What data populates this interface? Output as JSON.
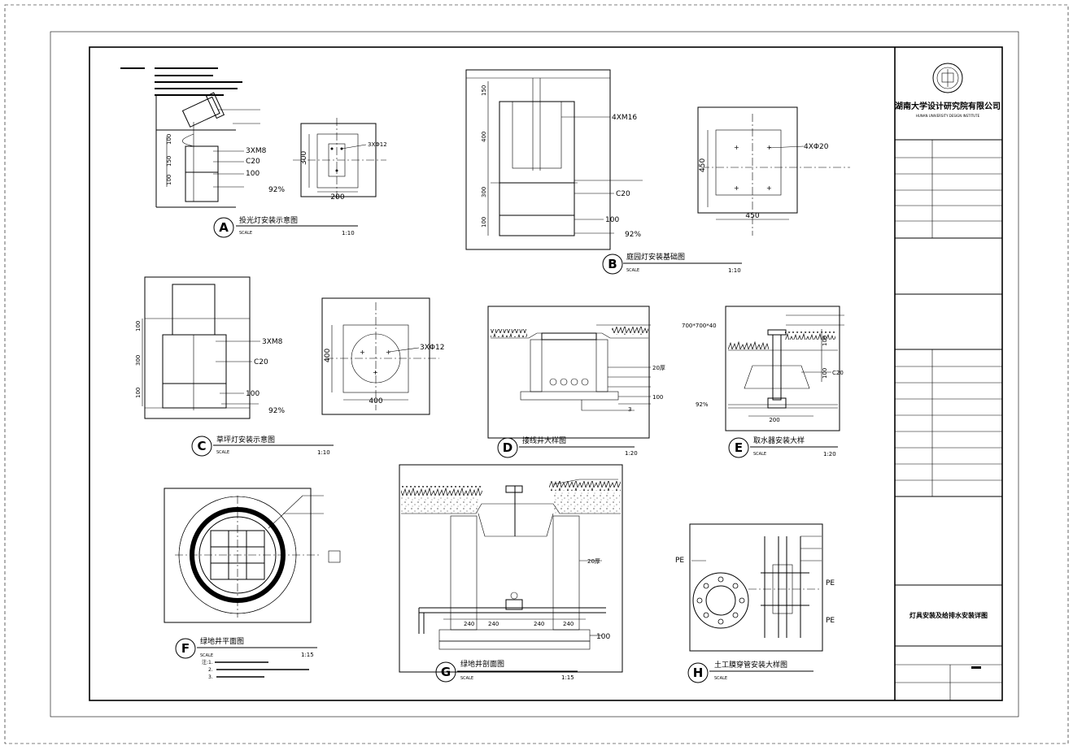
{
  "company": {
    "name": "湖南大学设计研究院有限公司"
  },
  "sheet_title": "灯具安装及给排水安装详图",
  "details": {
    "A": {
      "letter": "A",
      "title": "投光灯安装示意图",
      "scale_label": "SCALE",
      "scale": "1:10",
      "labels": {
        "anchor": "3XM8",
        "concrete": "C20",
        "gravel": "100",
        "compact": "92%",
        "anchor_plan": "3XΦ12"
      },
      "dims": {
        "d1": "100",
        "d2": "150",
        "d3": "100",
        "plan_h": "300",
        "plan_w": "200"
      }
    },
    "B": {
      "letter": "B",
      "title": "庭园灯安装基础图",
      "scale_label": "SCALE",
      "scale": "1:10",
      "labels": {
        "anchor": "4XM16",
        "concrete": "C20",
        "gravel": "100",
        "compact": "92%",
        "anchor_plan": "4XΦ20"
      },
      "dims": {
        "d1": "150",
        "d2": "400",
        "d3": "300",
        "d4": "100",
        "plan_h": "450",
        "plan_w": "450"
      }
    },
    "C": {
      "letter": "C",
      "title": "草坪灯安装示意图",
      "scale_label": "SCALE",
      "scale": "1:10",
      "labels": {
        "anchor": "3XM8",
        "concrete": "C20",
        "gravel": "100",
        "compact": "92%",
        "anchor_plan": "3XΦ12"
      },
      "dims": {
        "d1": "100",
        "d2": "300",
        "d3": "100",
        "plan_h": "400",
        "plan_w": "400"
      }
    },
    "D": {
      "letter": "D",
      "title": "接线井大样图",
      "scale": "1:20",
      "labels": {
        "cover": "700*700*40",
        "wall": "20厚",
        "base": "100",
        "compact": "92%",
        "n": "3"
      }
    },
    "E": {
      "letter": "E",
      "title": "取水器安装大样",
      "scale_label": "SCALE",
      "scale": "1:20",
      "labels": {
        "concrete": "C20",
        "d1": "100",
        "d2": "100",
        "width": "200"
      }
    },
    "F": {
      "letter": "F",
      "title": "绿地井平面图",
      "scale_label": "SCALE",
      "scale": "1:15",
      "notes": [
        "注:1.",
        "2.",
        "3."
      ]
    },
    "G": {
      "letter": "G",
      "title": "绿地井剖面图",
      "scale_label": "SCALE",
      "scale": "1:15",
      "labels": {
        "wall": "20厚",
        "base": "100",
        "d1": "240",
        "d2": "240",
        "d3": "240",
        "d4": "240"
      }
    },
    "H": {
      "letter": "H",
      "title": "土工膜穿管安装大样图",
      "scale_label": "SCALE",
      "labels": {
        "pe1": "PE",
        "pe2": "PE",
        "pe3": "PE"
      }
    }
  }
}
